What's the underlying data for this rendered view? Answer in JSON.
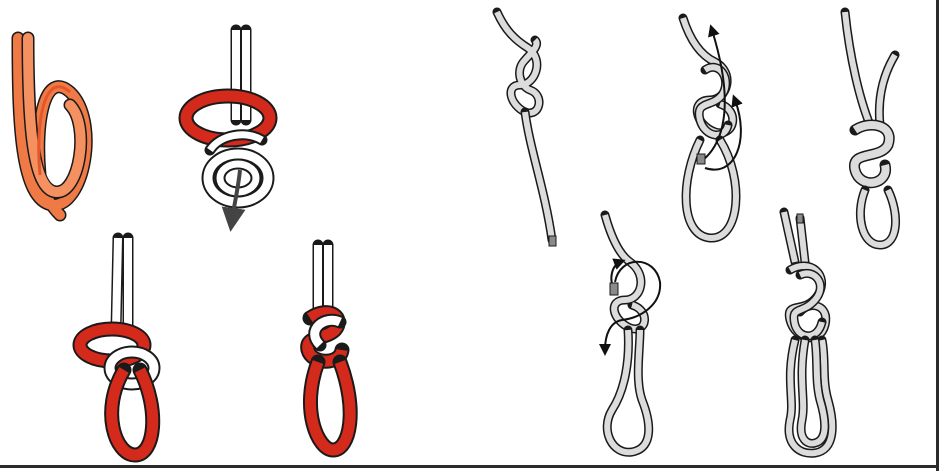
{
  "figure": {
    "panels": [
      {
        "id": "figure-eight-loop-step-1",
        "rope_color": "orange"
      },
      {
        "id": "figure-eight-loop-step-2",
        "rope_color": "red-and-white"
      },
      {
        "id": "figure-eight-loop-step-3",
        "rope_color": "red-and-white"
      },
      {
        "id": "figure-eight-loop-step-4",
        "rope_color": "red-and-white"
      },
      {
        "id": "figure-eight-follow-through-step-1",
        "rope_color": "grey"
      },
      {
        "id": "figure-eight-follow-through-step-2",
        "rope_color": "grey"
      },
      {
        "id": "figure-eight-follow-through-step-3",
        "rope_color": "grey"
      },
      {
        "id": "figure-eight-follow-through-step-4",
        "rope_color": "grey"
      },
      {
        "id": "figure-eight-follow-through-step-5",
        "rope_color": "grey"
      }
    ]
  },
  "colors": {
    "orange": "#f07a45",
    "orange_dark": "#e2582a",
    "red": "#d42a1c",
    "white_rope": "#ffffff",
    "grey_rope": "#dcdcdc",
    "grey_rope_dark": "#9a9a9a",
    "arrow_dark": "#444444",
    "outline": "#1a1a1a"
  }
}
